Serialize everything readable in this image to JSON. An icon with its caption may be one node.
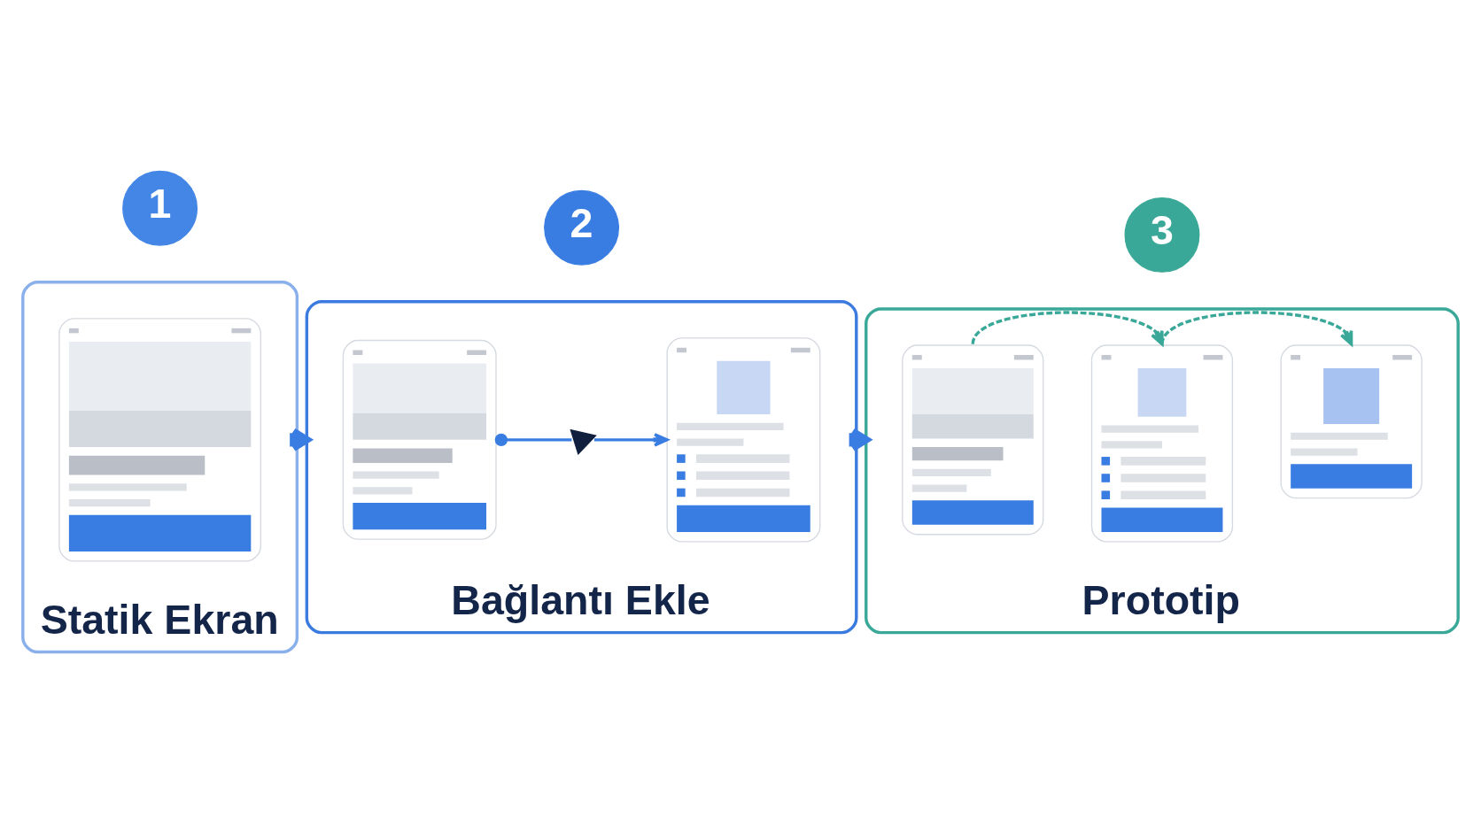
{
  "diagram": {
    "nodes": [
      {
        "text": [
          "Statik Ekran"
        ]
      },
      {
        "text": [
          "1"
        ]
      },
      {
        "text": [],
        "shape": "picture",
        "in": 0
      },
      {
        "text": [
          "Bağlantı Ekle"
        ]
      },
      {
        "text": [
          "2"
        ]
      },
      {
        "text": [],
        "shape": "picture",
        "in": 3
      },
      {
        "text": [],
        "shape": "cursor",
        "in": 3
      },
      {
        "text": [],
        "shape": "picture",
        "in": 3
      },
      {
        "text": [
          "Prototip"
        ]
      },
      {
        "text": [
          "3"
        ]
      },
      {
        "text": [],
        "shape": "picture",
        "in": 8
      },
      {
        "text": [],
        "shape": "picture",
        "in": 8
      },
      {
        "text": [],
        "shape": "picture",
        "in": 8
      }
    ],
    "edges": [
      {
        "from": 0,
        "to": 3,
        "arrow": "to",
        "style": "thick"
      },
      {
        "from": 3,
        "to": 8,
        "arrow": "to",
        "style": "thick"
      },
      {
        "from": 5,
        "to": 6,
        "arrow": "other"
      },
      {
        "from": 6,
        "to": 7,
        "arrow": "to"
      },
      {
        "from": 10,
        "to": 11,
        "arrow": "to",
        "style": "dashed",
        "color": "#3aa898"
      },
      {
        "from": 11,
        "to": 12,
        "arrow": "to",
        "style": "dashed",
        "color": "#3aa898"
      }
    ]
  }
}
